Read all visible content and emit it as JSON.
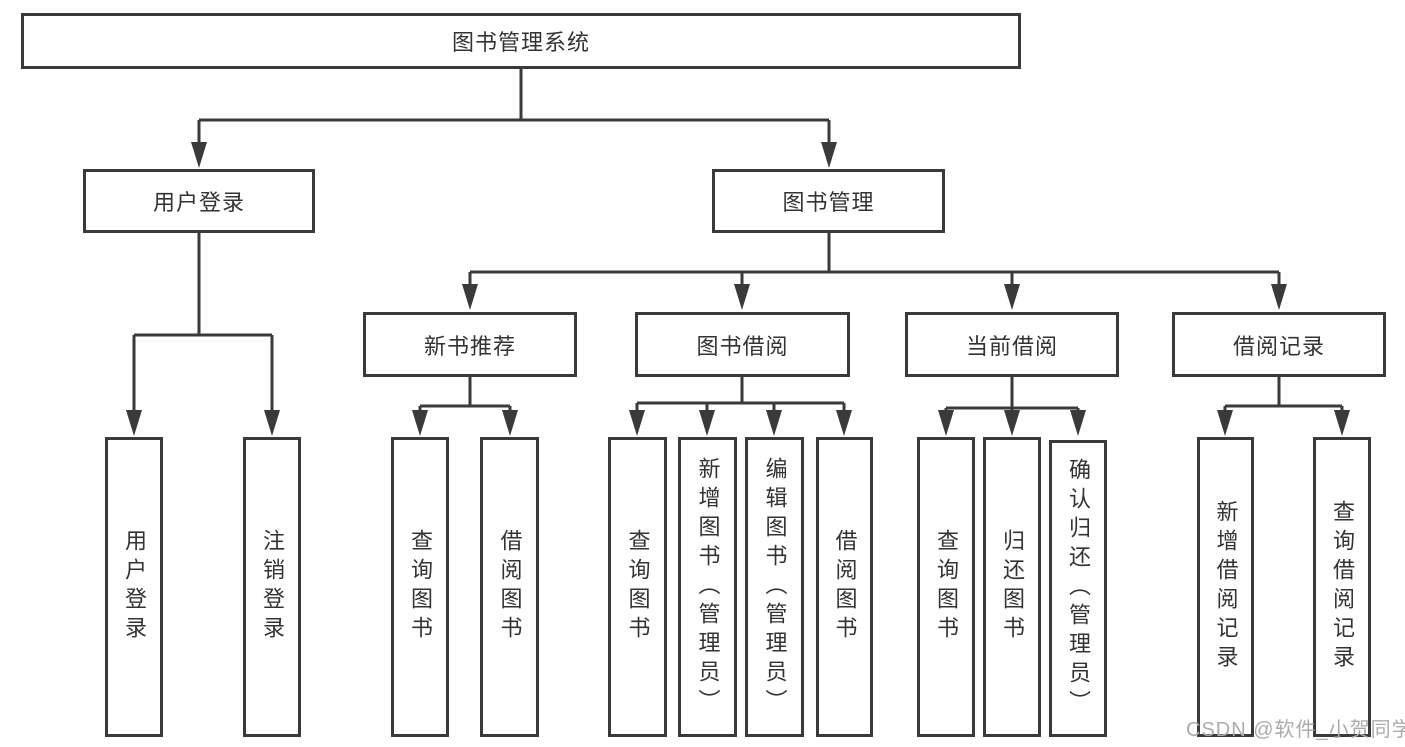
{
  "tree": {
    "label": "图书管理系统",
    "children": [
      {
        "label": "用户登录",
        "children": [
          {
            "label": "用户登录"
          },
          {
            "label": "注销登录"
          }
        ]
      },
      {
        "label": "图书管理",
        "children": [
          {
            "label": "新书推荐",
            "children": [
              {
                "label": "查询图书"
              },
              {
                "label": "借阅图书"
              }
            ]
          },
          {
            "label": "图书借阅",
            "children": [
              {
                "label": "查询图书"
              },
              {
                "label": "新增图书（管理员）"
              },
              {
                "label": "编辑图书（管理员）"
              },
              {
                "label": "借阅图书"
              }
            ]
          },
          {
            "label": "当前借阅",
            "children": [
              {
                "label": "查询图书"
              },
              {
                "label": "归还图书"
              },
              {
                "label": "确认归还（管理员）"
              }
            ]
          },
          {
            "label": "借阅记录",
            "children": [
              {
                "label": "新增借阅记录"
              },
              {
                "label": "查询借阅记录"
              }
            ]
          }
        ]
      }
    ]
  },
  "watermark": {
    "text": "CSDN @软件_小贺同学"
  },
  "colors": {
    "line": "#3a3a3a",
    "box_border": "#3a3a3a",
    "text": "#333333",
    "background": "#ffffff",
    "watermark": "#ababab"
  }
}
